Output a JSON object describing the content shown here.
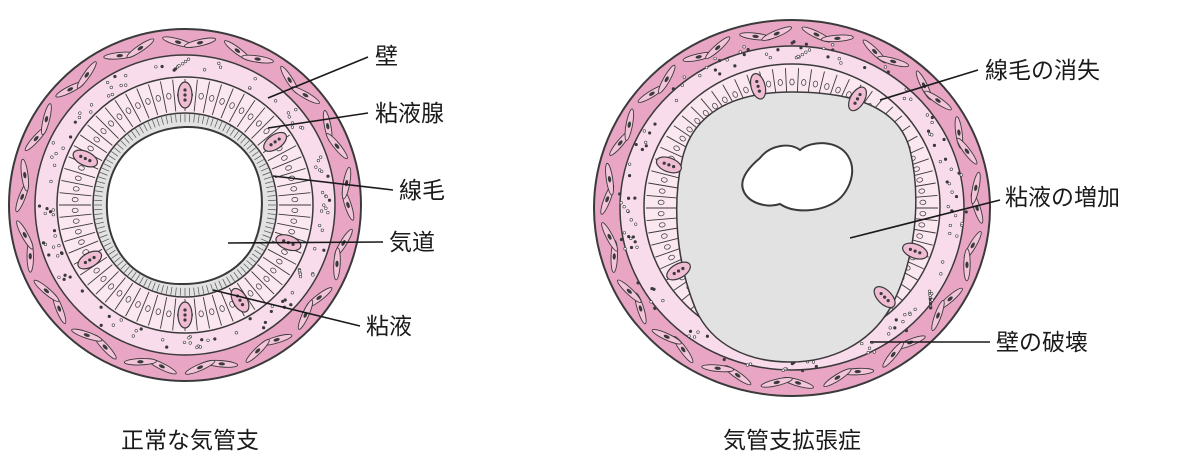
{
  "normal": {
    "caption": "正常な気管支",
    "labels": {
      "wall": "壁",
      "mucous_gland": "粘液腺",
      "cilia": "線毛",
      "airway": "気道",
      "mucus": "粘液"
    }
  },
  "bronchiectasis": {
    "caption": "気管支拡張症",
    "labels": {
      "loss_of_cilia": "線毛の消失",
      "increased_mucus": "粘液の増加",
      "wall_destruction": "壁の破壊"
    }
  },
  "colors": {
    "muscle_pink": "#e8a6c4",
    "tissue_pink": "#f9dceb",
    "epithelium": "#fbe7f0",
    "mucus_gray": "#e2e2e2",
    "outline": "#3a3a3a"
  }
}
